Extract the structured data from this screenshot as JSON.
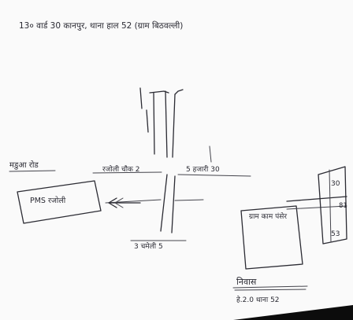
{
  "sheet": {
    "header": "13० वार्ड 30 कानपुर, थाना हाल 52 (ग्राम बिठवल्ली)",
    "left_road": "मडुआ रोड",
    "pms_box": "PMS रजोली",
    "road_top_left": "रजोली चौक 2",
    "road_top_right": "5 हजारी 30",
    "road_bottom": "3 चमेली 5",
    "village_box": "ग्राम काम पंसेर",
    "east_box_top": "30",
    "east_box_bottom": "53",
    "east_box_side": "81",
    "signature": "निवास",
    "signature_caption": "हे.2.0 थाना 52"
  },
  "colors": {
    "ink": "#2b2b33",
    "paper": "#fafafa"
  }
}
